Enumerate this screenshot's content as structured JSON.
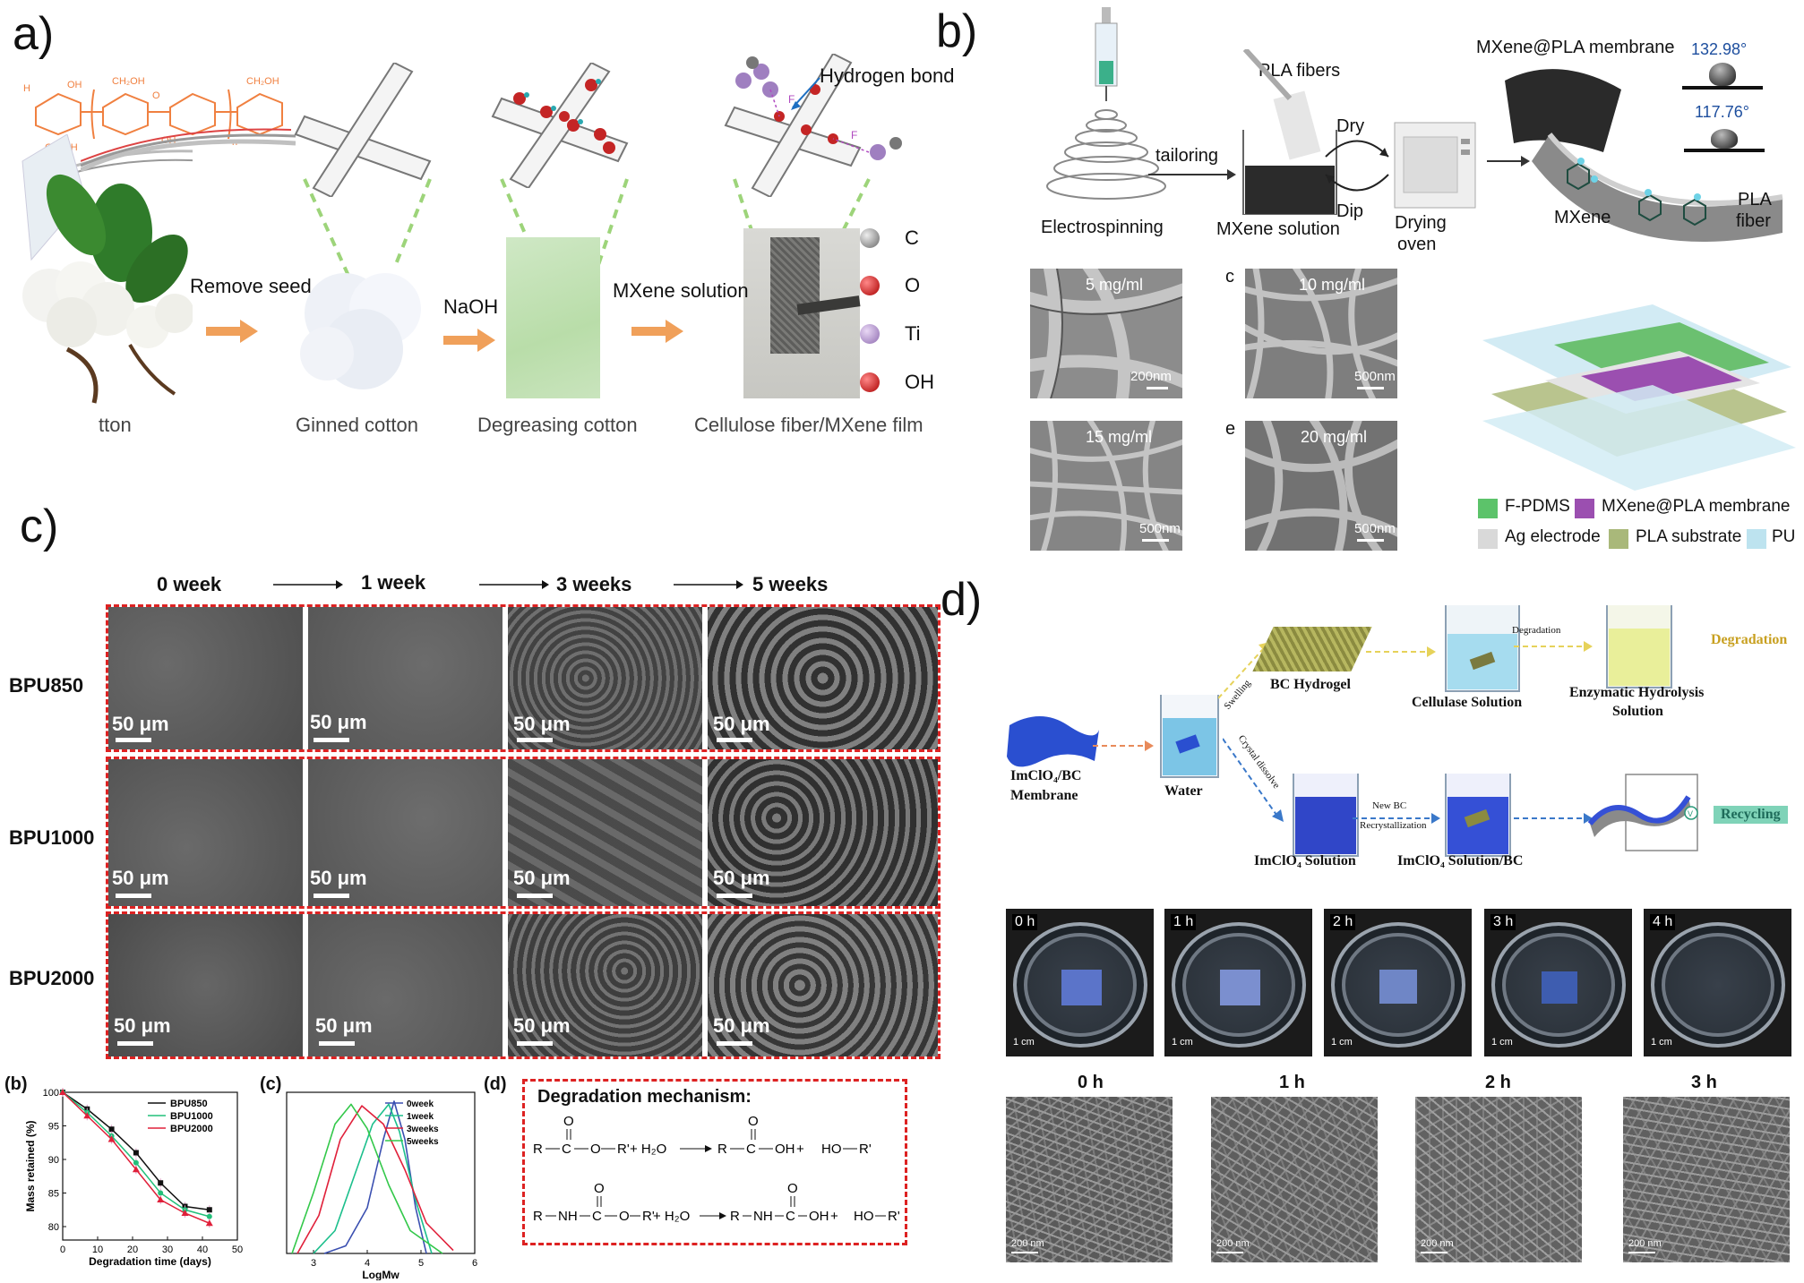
{
  "panels": {
    "a": {
      "letter": "a)",
      "labels": {
        "cotton": "tton",
        "ginned": "Ginned cotton",
        "degreasing": "Degreasing cotton",
        "film": "Cellulose fiber/MXene film"
      },
      "steps": {
        "remove_seed": "Remove seed",
        "naoh": "NaOH",
        "mxene_solution": "MXene  solution"
      },
      "hydrogen_bond": "Hydrogen bond",
      "element_legend": [
        "C",
        "O",
        "Ti",
        "OH"
      ],
      "structure_atoms": [
        "H",
        "OH",
        "CH₂OH",
        "O",
        "n"
      ],
      "bond_f": "F"
    },
    "b": {
      "letter": "b)",
      "labels": {
        "pla_fibers": "PLA  fibers",
        "tailoring": "tailoring",
        "dry": "Dry",
        "dip": "Dip",
        "electrospinning": "Electrospinning",
        "mxene_solution": "MXene solution",
        "drying_oven_1": "Drying",
        "drying_oven_2": "oven",
        "membrane": "MXene@PLA  membrane",
        "angle1": "132.98°",
        "angle2": "117.76°",
        "mxene": "MXene",
        "pla_fiber_1": "PLA",
        "pla_fiber_2": "fiber"
      },
      "sem": [
        {
          "concentration": "5 mg/ml",
          "scale": "200nm",
          "sublabel": ""
        },
        {
          "concentration": "10 mg/ml",
          "scale": "500nm",
          "sublabel": "c"
        },
        {
          "concentration": "15 mg/ml",
          "scale": "500nm",
          "sublabel": ""
        },
        {
          "concentration": "20 mg/ml",
          "scale": "500nm",
          "sublabel": "e"
        }
      ],
      "legend": [
        {
          "label": "F-PDMS",
          "color": "#5cc36a"
        },
        {
          "label": "MXene@PLA membrane",
          "color": "#9b4fb0"
        },
        {
          "label": "Ag electrode",
          "color": "#d9d9d9"
        },
        {
          "label": "PLA substrate",
          "color": "#a9b87a"
        },
        {
          "label": "PU",
          "color": "#bde3ef"
        }
      ]
    },
    "c": {
      "letter": "c)",
      "timeline": [
        "0 week",
        "1 week",
        "3 weeks",
        "5 weeks"
      ],
      "rows": [
        "BPU850",
        "BPU1000",
        "BPU2000"
      ],
      "scale": "50 μm",
      "sub_b_letter": "(b)",
      "sub_c_letter": "(c)",
      "sub_d_letter": "(d)",
      "mechanism_title": "Degradation  mechanism:",
      "mechanism_eq1": [
        "R",
        "C",
        "O",
        "R'",
        "+ H₂O",
        "R",
        "C",
        "OH",
        "+",
        "HO",
        "R'"
      ],
      "mechanism_eq2": [
        "R",
        "NH",
        "C",
        "O",
        "R'",
        "+ H₂O",
        "R",
        "NH",
        "C",
        "OH",
        "+",
        "HO",
        "R'"
      ],
      "mechanism_o": "O"
    },
    "d": {
      "letter": "d)",
      "labels": {
        "bc_hydrogel": "BC Hydrogel",
        "cellulase": "Cellulase Solution",
        "enzymatic_1": "Enzymatic Hydrolysis",
        "enzymatic_2": "Solution",
        "degradation_arrow": "Degradation",
        "degradation": "Degradation",
        "membrane_1": "ImClO₄/BC",
        "membrane_2": "Membrane",
        "water": "Water",
        "swelling": "Swelling",
        "crystal": "Crystal dissolve",
        "imclo4": "ImClO₄  Solution",
        "new_bc_1": "New BC",
        "new_bc_2": "Recrystallization",
        "imclo4_bc": "ImClO₄  Solution/BC",
        "recycling": "Recycling",
        "volt": "V"
      },
      "photo_times": [
        "0 h",
        "1 h",
        "2 h",
        "3 h",
        "4 h"
      ],
      "photo_scale": "1 cm",
      "sem_times": [
        "0 h",
        "1 h",
        "2 h",
        "3 h"
      ],
      "sem_scale": "200 nm"
    }
  },
  "chart_data": [
    {
      "type": "line",
      "xlabel": "Degradation time (days)",
      "ylabel": "Mass retained (%)",
      "xlim": [
        0,
        50
      ],
      "ylim": [
        78,
        100
      ],
      "xticks": [
        0,
        10,
        20,
        30,
        40,
        50
      ],
      "yticks": [
        80,
        85,
        90,
        95,
        100
      ],
      "legend_position": "top-right",
      "series": [
        {
          "name": "BPU850",
          "color": "#111111",
          "x": [
            0,
            7,
            14,
            21,
            28,
            35,
            42
          ],
          "y": [
            100,
            97.5,
            94.5,
            91,
            86.5,
            83,
            82.5
          ]
        },
        {
          "name": "BPU1000",
          "color": "#22c07a",
          "x": [
            0,
            7,
            14,
            21,
            28,
            35,
            42
          ],
          "y": [
            100,
            97,
            93.5,
            89.5,
            85,
            82.5,
            81.5
          ]
        },
        {
          "name": "BPU2000",
          "color": "#e0203a",
          "x": [
            0,
            7,
            14,
            21,
            28,
            35,
            42
          ],
          "y": [
            100,
            96.5,
            93,
            88.5,
            84,
            82,
            80.5
          ]
        }
      ]
    },
    {
      "type": "line",
      "xlabel": "LogMw",
      "ylabel": "",
      "xlim": [
        2.5,
        6
      ],
      "xticks": [
        3,
        4,
        5,
        6
      ],
      "legend_position": "top-right",
      "series": [
        {
          "name": "0week",
          "color": "#3a4fb0",
          "x": [
            3.2,
            3.6,
            4.0,
            4.3,
            4.5,
            4.7,
            4.9,
            5.1
          ],
          "y": [
            0.0,
            0.05,
            0.3,
            0.75,
            1.0,
            0.75,
            0.3,
            0.0
          ]
        },
        {
          "name": "1week",
          "color": "#1cbf8c",
          "x": [
            3.0,
            3.4,
            3.8,
            4.1,
            4.4,
            4.6,
            4.9,
            5.2
          ],
          "y": [
            0.0,
            0.15,
            0.55,
            0.85,
            0.98,
            0.8,
            0.35,
            0.0
          ]
        },
        {
          "name": "3weeks",
          "color": "#e0203a",
          "x": [
            2.7,
            3.1,
            3.5,
            3.9,
            4.3,
            4.7,
            5.1,
            5.6
          ],
          "y": [
            0.0,
            0.25,
            0.75,
            0.97,
            0.85,
            0.55,
            0.2,
            0.02
          ]
        },
        {
          "name": "5weeks",
          "color": "#33c84a",
          "x": [
            2.6,
            3.0,
            3.4,
            3.7,
            4.0,
            4.4,
            4.8,
            5.4
          ],
          "y": [
            0.0,
            0.4,
            0.85,
            0.98,
            0.82,
            0.45,
            0.15,
            0.0
          ]
        }
      ]
    }
  ]
}
